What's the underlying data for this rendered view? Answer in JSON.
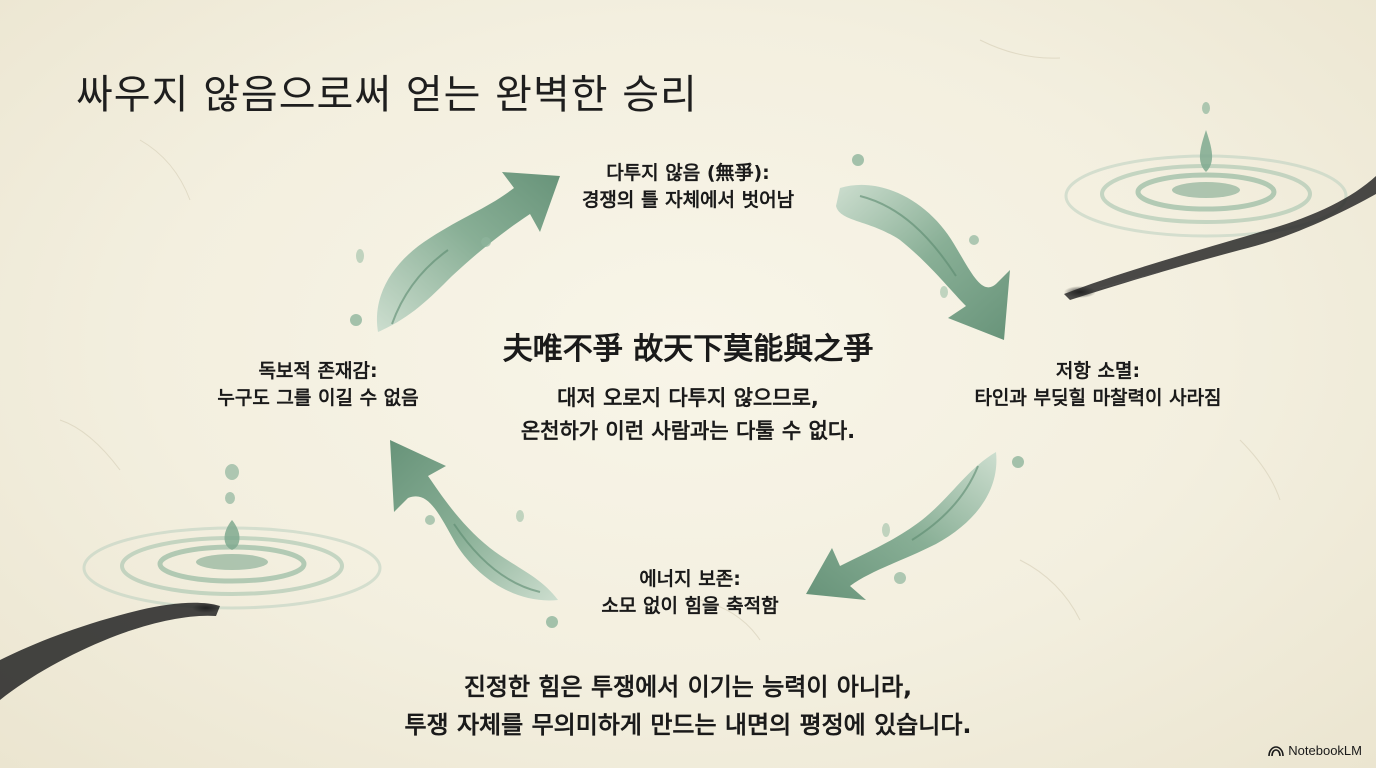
{
  "title": "싸우지 않음으로써 얻는 완벽한 승리",
  "cycle": {
    "top": {
      "line1": "다투지 않음 (無爭):",
      "line2": "경쟁의 틀 자체에서 벗어남"
    },
    "right": {
      "line1": "저항 소멸:",
      "line2": "타인과 부딪힐 마찰력이 사라짐"
    },
    "bottom": {
      "line1": "에너지 보존:",
      "line2": "소모 없이 힘을 축적함"
    },
    "left": {
      "line1": "독보적 존재감:",
      "line2": "누구도 그를 이길 수 없음"
    }
  },
  "center": {
    "hanzi": "夫唯不爭 故天下莫能與之爭",
    "line1": "대저 오로지 다투지 않으므로,",
    "line2": "온천하가 이런 사람과는 다툴 수 없다."
  },
  "conclusion": {
    "line1": "진정한 힘은 투쟁에서 이기는 능력이 아니라,",
    "line2": "투쟁 자체를 무의미하게 만드는 내면의 평정에 있습니다."
  },
  "brand": "NotebookLM",
  "colors": {
    "background": "#f3efdf",
    "ink": "#1a1a1a",
    "water": "#7fa98f"
  }
}
